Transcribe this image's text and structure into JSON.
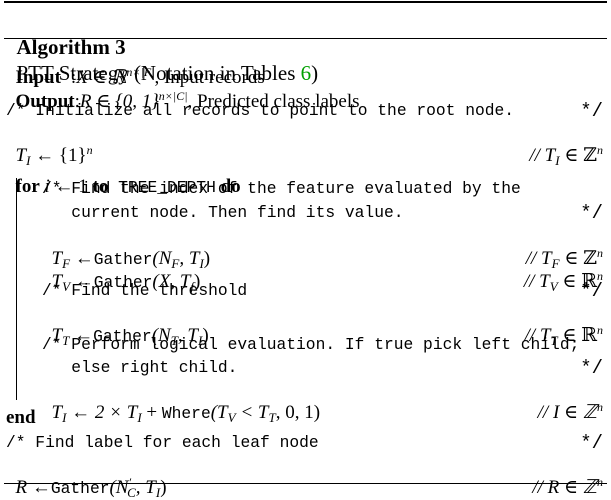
{
  "algorithm": {
    "label": "Algorithm 3",
    "title": "PTT Strategy (Notation in Tables ",
    "table_ref": "6",
    "title_close": ")"
  },
  "io": {
    "input_kw": "Input",
    "input_sep": ":",
    "input_math": "X ∈ ℝ",
    "input_sup": "n×|F|",
    "input_desc": ", Input records",
    "output_kw": "Output",
    "output_sep": ":",
    "output_math": "R ∈ {0, 1}",
    "output_sup": "n×|C|",
    "output_desc": ", Predicted class labels"
  },
  "lines": {
    "c1": "/* Initialize all records to point to the root node.",
    "c1_end": "*/",
    "init": "T",
    "init_sub": "I",
    "init_rest": " ← {1}",
    "init_sup": "n",
    "init_cmt": "// T",
    "init_cmt_sub": "I",
    "init_cmt_rest": " ∈ ℤ",
    "init_cmt_sup": "n",
    "for_kw": "for",
    "for_var": " i",
    "for_mid": " ← 1 ",
    "for_to": "to",
    "for_bound": " TREE_DEPTH",
    "for_do": " do",
    "c2a": "/* Find the index of the feature evaluated by the",
    "c2b": "   current node. Then find its value.",
    "c2_end": "*/",
    "tf": "T",
    "tf_sub": "F",
    "tf_op": " ←",
    "tf_fn": "Gather",
    "tf_args": "(N",
    "tf_args_sub": "F",
    "tf_args_rest": ", T",
    "tf_args_sub2": "I",
    "tf_close": ")",
    "tf_cmt": "// T",
    "tf_cmt_sub": "F",
    "tf_cmt_rest": " ∈ ℤ",
    "tf_cmt_sup": "n",
    "tv": "T",
    "tv_sub": "V",
    "tv_op": " ←",
    "tv_fn": "Gather",
    "tv_args": "(X, T",
    "tv_args_sub": "f",
    "tv_close": ")",
    "tv_cmt": "// T",
    "tv_cmt_sub": "V",
    "tv_cmt_rest": " ∈ ℝ",
    "tv_cmt_sup": "n",
    "c3": "/* Find the threshold",
    "c3_end": "*/",
    "tt": "T",
    "tt_sub": "T",
    "tt_op": " ←",
    "tt_fn": "Gather",
    "tt_args": "(N",
    "tt_args_sub": "T",
    "tt_args_rest": ", T",
    "tt_args_sub2": "I",
    "tt_close": ")",
    "tt_cmt": "// T",
    "tt_cmt_sub": "T",
    "tt_cmt_rest": " ∈ ℝ",
    "tt_cmt_sup": "n",
    "c4a": "/* Perform logical evaluation. If true pick left child;",
    "c4b": "   else right child.",
    "c4_end": "*/",
    "ti": "T",
    "ti_sub": "I",
    "ti_mid": " ← 2 × T",
    "ti_mid_sub": "I",
    "ti_plus": " + ",
    "ti_fn": "Where",
    "ti_args": "(T",
    "ti_args_sub": "V",
    "ti_args_mid": " < T",
    "ti_args_sub2": "T",
    "ti_args_rest": ", 0, 1)",
    "ti_cmt": "// I ∈ ℤ",
    "ti_cmt_sup": "n",
    "end_kw": "end",
    "c5": "/* Find label for each leaf node",
    "c5_end": "*/",
    "rl": "R",
    "rl_op": " ←",
    "rl_fn": "Gather",
    "rl_args": "(N",
    "rl_args_sup": "′",
    "rl_args_sub": "C",
    "rl_args_rest": ", T",
    "rl_args_sub2": "I",
    "rl_close": ")",
    "rl_cmt": "// R ∈ ℤ",
    "rl_cmt_sup": "n"
  }
}
